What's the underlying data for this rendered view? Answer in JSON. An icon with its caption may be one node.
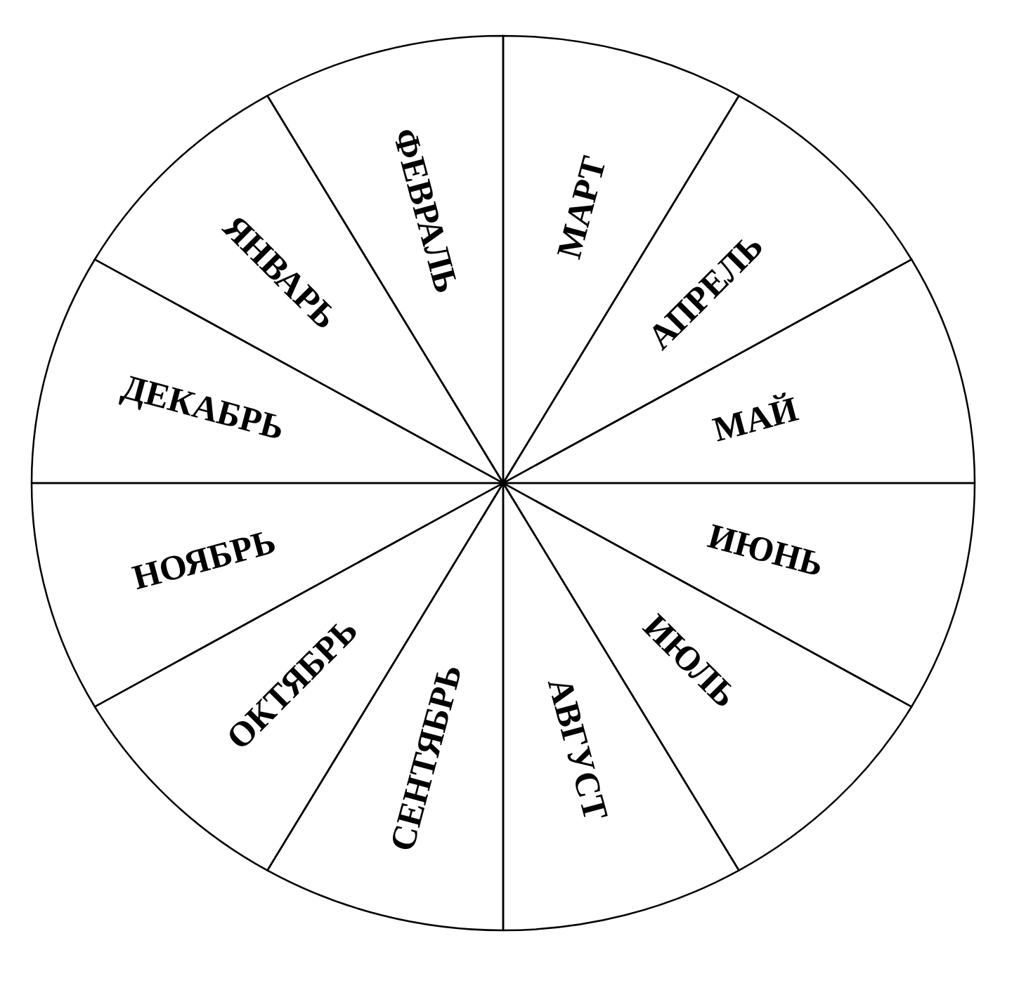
{
  "diagram": {
    "nodes": [
      {
        "text": [
          "МАРТ"
        ]
      },
      {
        "text": [
          "АПРЕЛЬ"
        ]
      },
      {
        "text": [
          "МАЙ"
        ]
      },
      {
        "text": [
          "ИЮНЬ"
        ]
      },
      {
        "text": [
          "ИЮЛЬ"
        ]
      },
      {
        "text": [
          "АВГУСТ"
        ]
      },
      {
        "text": [
          "СЕНТЯБРЬ"
        ]
      },
      {
        "text": [
          "ОКТЯБРЬ"
        ]
      },
      {
        "text": [
          "НОЯБРЬ"
        ]
      },
      {
        "text": [
          "ДЕКАБРЬ"
        ]
      },
      {
        "text": [
          "ЯНВАРЬ"
        ]
      },
      {
        "text": [
          "ФЕВРАЛЬ"
        ]
      }
    ]
  }
}
